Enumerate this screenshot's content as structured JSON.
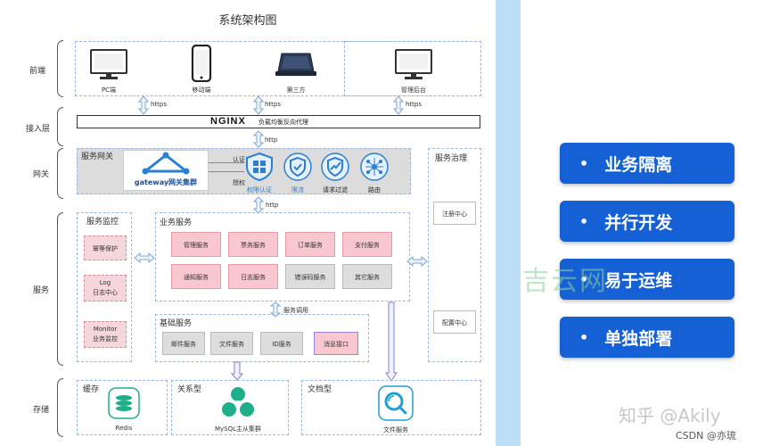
{
  "diagram": {
    "title": "系统架构图",
    "tiers": {
      "frontend": "前端",
      "access": "接入层",
      "gateway": "网关",
      "service": "服务",
      "storage": "存储"
    },
    "frontend_clients": [
      {
        "label": "PC端",
        "icon": "monitor-icon"
      },
      {
        "label": "移动端",
        "icon": "phone-icon"
      },
      {
        "label": "第三方",
        "icon": "laptop-icon"
      },
      {
        "label": "管理后台",
        "icon": "monitor-icon"
      }
    ],
    "protocols": {
      "https": "https",
      "http": "http",
      "service_call": "服务调用"
    },
    "nginx": {
      "logo": "NGINX",
      "desc": "负载均衡反向代理"
    },
    "gateway": {
      "title": "服务网关",
      "cluster_label": "gateway网关集群",
      "tag_auth": "认证",
      "tag_grant": "授权",
      "features": [
        {
          "label": "权限认证",
          "icon": "windows-shield-icon"
        },
        {
          "label": "限流",
          "icon": "shield-icon"
        },
        {
          "label": "请求过滤",
          "icon": "trend-shield-icon"
        },
        {
          "label": "路由",
          "icon": "network-icon"
        }
      ]
    },
    "governance": {
      "title": "服务治理",
      "registry": "注册中心",
      "config": "配置中心"
    },
    "monitor": {
      "title": "服务监控",
      "items": [
        "幂等保护",
        "Log\n日志中心",
        "Monitor\n业务监控"
      ]
    },
    "business": {
      "title": "业务服务",
      "row1": [
        "管理服务",
        "票务服务",
        "订单服务",
        "支付服务"
      ],
      "row2": [
        "通知服务",
        "日志服务",
        "错误码服务",
        "其它服务"
      ]
    },
    "base": {
      "title": "基础服务",
      "items": [
        "邮件服务",
        "文件服务",
        "ID服务",
        "消息接口"
      ]
    },
    "storage": {
      "cache": {
        "title": "缓存",
        "label": "Redis"
      },
      "relational": {
        "title": "关系型",
        "label": "MySQL主从集群"
      },
      "document": {
        "title": "文档型",
        "label": "文件服务"
      }
    }
  },
  "benefits": [
    "业务隔离",
    "并行开发",
    "易于运维",
    "单独部署"
  ],
  "bullet": "•",
  "watermark": "吉云网",
  "credit": {
    "zhihu": "知乎 @Akily",
    "csdn": "CSDN @亦琉"
  },
  "colors": {
    "pill": "#1560d4",
    "strip": "#bcdff7",
    "pink": "#f9c7cf",
    "accent": "#2a7fd0"
  }
}
